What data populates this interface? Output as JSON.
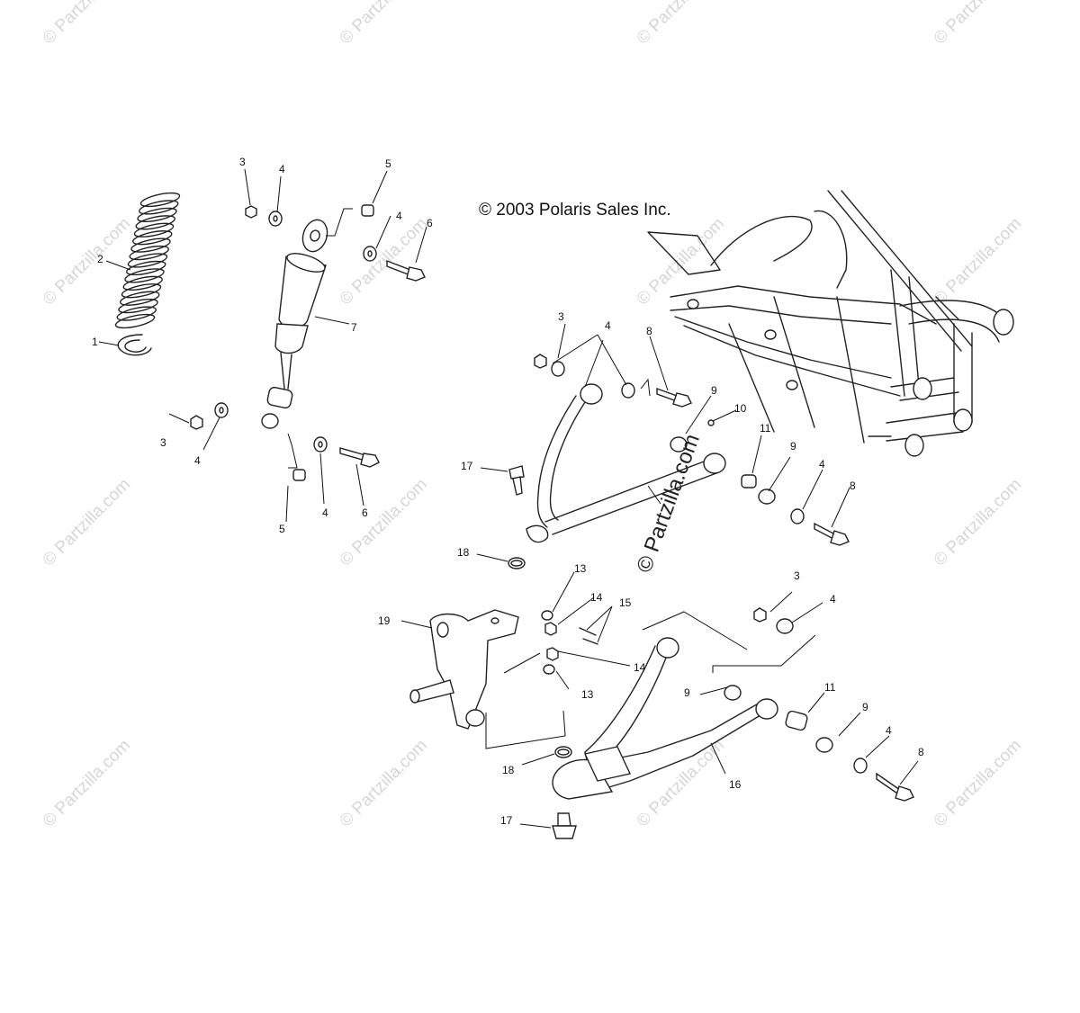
{
  "copyright": "© 2003 Polaris Sales Inc.",
  "watermark": "© Partzilla.com",
  "watermark_main": "© Partzilla.com",
  "callouts": {
    "c1": "1",
    "c2": "2",
    "c3a": "3",
    "c3b": "3",
    "c3c": "3",
    "c3d": "3",
    "c4a": "4",
    "c4b": "4",
    "c4c": "4",
    "c4d": "4",
    "c4e": "4",
    "c4f": "4",
    "c4g": "4",
    "c4h": "4",
    "c5a": "5",
    "c5b": "5",
    "c6a": "6",
    "c6b": "6",
    "c7": "7",
    "c8a": "8",
    "c8b": "8",
    "c8c": "8",
    "c9a": "9",
    "c9b": "9",
    "c9c": "9",
    "c9d": "9",
    "c10": "10",
    "c11a": "11",
    "c11b": "11",
    "c13a": "13",
    "c13b": "13",
    "c14a": "14",
    "c14b": "14",
    "c15": "15",
    "c16": "16",
    "c17a": "17",
    "c17b": "17",
    "c18a": "18",
    "c18b": "18",
    "c19": "19"
  },
  "colors": {
    "line": "#222222",
    "watermark": "#c9c9c9",
    "background": "#ffffff"
  }
}
